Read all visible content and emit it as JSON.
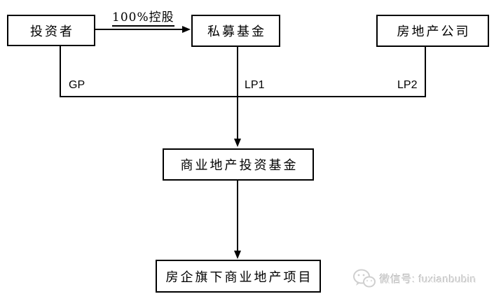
{
  "diagram": {
    "nodes": {
      "investor": {
        "label": "投资者"
      },
      "private_fund": {
        "label": "私募基金"
      },
      "real_estate_company": {
        "label": "房地产公司"
      },
      "commercial_fund": {
        "label": "商业地产投资基金"
      },
      "project": {
        "label": "房企旗下商业地产项目"
      }
    },
    "edges": {
      "holding": {
        "label": "100%控股"
      },
      "gp": {
        "label": "GP"
      },
      "lp1": {
        "label": "LP1"
      },
      "lp2": {
        "label": "LP2"
      }
    }
  },
  "watermark": {
    "icon": "wechat-icon",
    "text": "微信号: fuxianbubin"
  },
  "colors": {
    "line": "#000000",
    "background": "#ffffff",
    "watermark_gray": "#c9c9c9"
  }
}
